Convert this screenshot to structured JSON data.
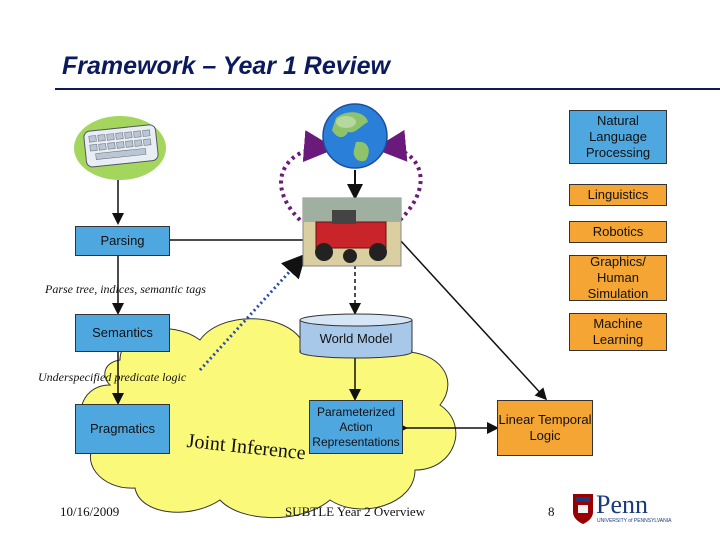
{
  "title": "Framework – Year 1 Review",
  "right_boxes": {
    "nlp": "Natural Language Processing",
    "linguistics": "Linguistics",
    "robotics": "Robotics",
    "graphics": "Graphics/ Human Simulation",
    "ml": "Machine Learning"
  },
  "left_boxes": {
    "parsing": "Parsing",
    "semantics": "Semantics",
    "pragmatics": "Pragmatics"
  },
  "labels": {
    "parse_tree": "Parse tree, indices, semantic tags",
    "underspecified": "Underspecified predicate logic",
    "joint_inference": "Joint Inference"
  },
  "center": {
    "world_model": "World Model",
    "param_action": "Parameterized Action Representations",
    "ltl": "Linear Temporal Logic"
  },
  "footer": {
    "date": "10/16/2009",
    "subtitle": "SUBTLE Year 2 Overview",
    "page": "8",
    "logo_text": "Penn",
    "logo_sub": "UNIVERSITY of PENNSYLVANIA"
  },
  "colors": {
    "title": "#0a1a5c",
    "blue_box": "#4fa7e0",
    "orange_box": "#f4a533",
    "cloud": "#fbf97a",
    "dotted_arrow": "#6a1a7a",
    "penn_red": "#990000"
  },
  "icons": [
    "keyboard-icon",
    "globe-icon",
    "robot-photo",
    "penn-logo"
  ]
}
